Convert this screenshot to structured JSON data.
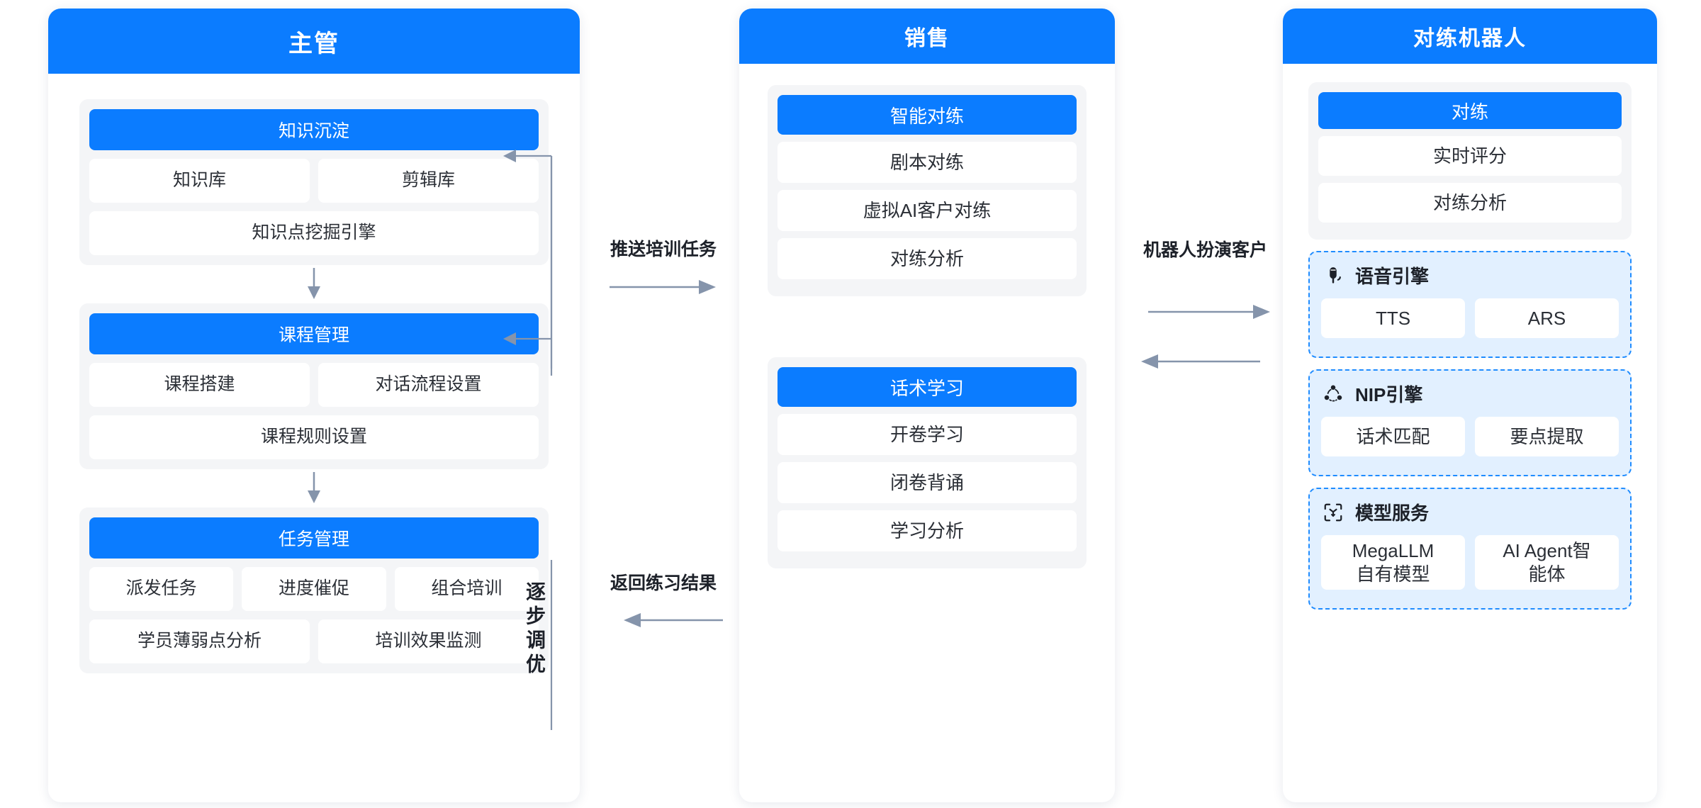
{
  "panels": [
    {
      "id": "supervisor",
      "title": "主管",
      "groups": [
        {
          "title": "知识沉淀",
          "rows": [
            [
              "知识库",
              "剪辑库"
            ],
            [
              "知识点挖掘引擎"
            ]
          ]
        },
        {
          "title": "课程管理",
          "rows": [
            [
              "课程搭建",
              "对话流程设置"
            ],
            [
              "课程规则设置"
            ]
          ]
        },
        {
          "title": "任务管理",
          "rows": [
            [
              "派发任务",
              "进度催促",
              "组合培训"
            ],
            [
              "学员薄弱点分析",
              "培训效果监测"
            ]
          ]
        }
      ]
    },
    {
      "id": "sales",
      "title": "销售",
      "groups": [
        {
          "title": "智能对练",
          "rows": [
            [
              "剧本对练"
            ],
            [
              "虚拟AI客户对练"
            ],
            [
              "对练分析"
            ]
          ]
        },
        {
          "title": "话术学习",
          "rows": [
            [
              "开卷学习"
            ],
            [
              "闭卷背诵"
            ],
            [
              "学习分析"
            ]
          ]
        }
      ]
    },
    {
      "id": "robot",
      "title": "对练机器人",
      "groups": [
        {
          "title": "对练",
          "rows": [
            [
              "实时评分"
            ],
            [
              "对练分析"
            ]
          ]
        }
      ],
      "engines": [
        {
          "name": "语音引擎",
          "icon": "microphone-icon",
          "items": [
            "TTS",
            "ARS"
          ]
        },
        {
          "name": "NIP引擎",
          "icon": "network-nodes-icon",
          "items": [
            "话术匹配",
            "要点提取"
          ]
        },
        {
          "name": "模型服务",
          "icon": "model-cube-icon",
          "items": [
            "MegaLLM\n自有模型",
            "AI Agent智\n能体"
          ]
        }
      ]
    }
  ],
  "connectors": {
    "push_training_task": "推送培训任务",
    "return_practice_result": "返回练习结果",
    "step_by_step_tuning": "逐步调优",
    "robot_plays_customer": "机器人扮演客户"
  },
  "colors": {
    "brand_blue": "#0b7cff",
    "engine_dash_blue": "#1f8cff",
    "engine_fill": "#e2f0ff",
    "group_bg": "#f4f5f7",
    "arrow_grey": "#8594ab",
    "text_dark": "#1d2129"
  }
}
